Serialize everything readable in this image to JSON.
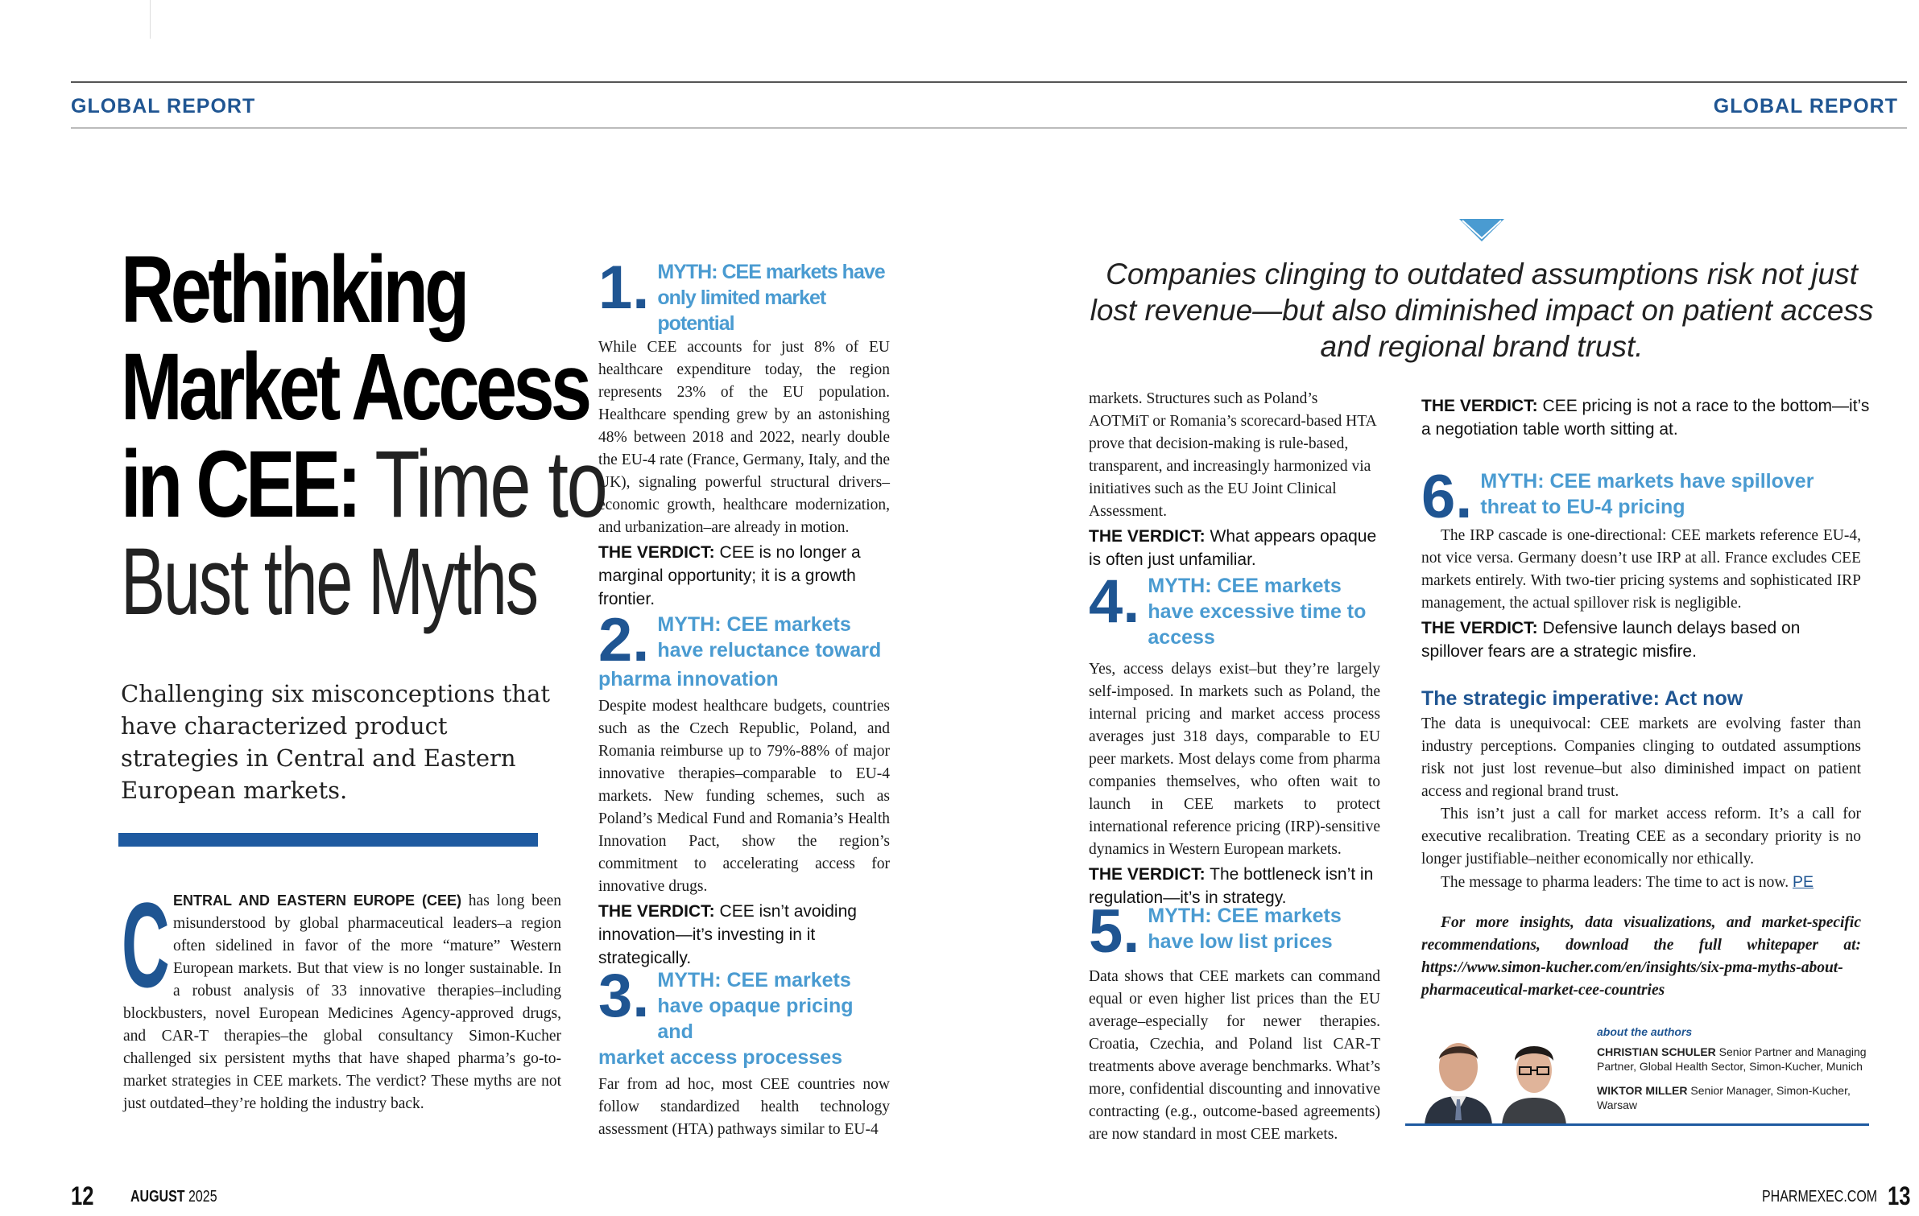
{
  "header": {
    "left_label": "GLOBAL REPORT",
    "right_label": "GLOBAL REPORT"
  },
  "title": {
    "line1": "Rethinking",
    "line2": "Market Access",
    "line3_bold": "in CEE:",
    "line3_light": "Time to",
    "line4": "Bust the Myths"
  },
  "subtitle": "Challenging six misconceptions that have characterized product strategies in Central and Eastern European markets.",
  "intro": {
    "dropcap": "C",
    "lead": "ENTRAL AND EASTERN EUROPE (CEE)",
    "text": " has long been misunderstood by global pharmaceutical leaders–a region often sidelined in favor of the more “mature” Western European markets. But that view is no longer sustainable. In a robust analysis of 33 innovative therapies–including blockbusters, novel European Medicines Agency-approved drugs, and CAR-T therapies–the global consultancy Simon-Kucher challenged six persistent myths that have shaped pharma’s go-to-market strategies in CEE markets. The verdict? These myths are not just outdated–they’re holding the industry back."
  },
  "pull_quote": "Companies clinging to outdated assumptions risk not just lost revenue—but also diminished impact on patient access and regional brand trust.",
  "myths": {
    "m1": {
      "num": "1.",
      "title": "MYTH: CEE markets have only limited market potential",
      "body": "While CEE accounts for just 8% of EU healthcare expenditure today, the region represents 23% of the EU population. Healthcare spending grew by an astonishing 48% between 2018 and 2022, nearly double the EU-4 rate (France, Germany, Italy, and the UK), signaling powerful structural drivers–economic growth, healthcare modernization, and urbanization–are already in motion.",
      "verdict_label": "THE VERDICT:",
      "verdict_text": " CEE is no longer a marginal opportunity; it is a growth frontier."
    },
    "m2": {
      "num": "2.",
      "title_line1": "MYTH: CEE markets",
      "title_line2": "have reluctance toward",
      "title_line3": "pharma innovation",
      "body": "Despite modest healthcare budgets, countries such as the Czech Republic, Poland, and Romania reimburse up to 79%-88% of major innovative therapies–comparable to EU-4 markets. New funding schemes, such as Poland’s Medical Fund and Romania’s Health Innovation Pact, show the region’s commitment to accelerating access for innovative drugs.",
      "verdict_label": "THE VERDICT:",
      "verdict_text": " CEE isn’t avoiding innovation—it’s investing in it strategically."
    },
    "m3": {
      "num": "3.",
      "title_line1": "MYTH: CEE markets",
      "title_line2": "have opaque pricing and",
      "title_line3": "market access processes",
      "body": "Far from ad hoc, most CEE countries now follow standardized health technology assessment (HTA) pathways similar to EU-4",
      "body_cont": "markets. Structures such as Poland’s AOTMiT or Romania’s scorecard-based HTA prove that decision-making is rule-based, transparent, and increasingly harmonized via initiatives such as the EU Joint Clinical Assessment.",
      "verdict_label": "THE VERDICT:",
      "verdict_text": " What appears opaque is often just unfamiliar."
    },
    "m4": {
      "num": "4.",
      "title": "MYTH: CEE markets have excessive time to access",
      "body": "Yes, access delays exist–but they’re largely self-imposed. In markets such as Poland, the internal pricing and market access process averages just 318 days, comparable to EU peer markets. Most delays come from pharma companies themselves, who often wait to launch in CEE markets to protect international reference pricing (IRP)-sensitive dynamics in Western European markets.",
      "verdict_label": "THE VERDICT:",
      "verdict_text": " The bottleneck isn’t in regulation—it’s in strategy."
    },
    "m5": {
      "num": "5.",
      "title_line1": "MYTH: CEE markets",
      "title_line2": "have low list prices",
      "body": "Data shows that CEE markets can command equal or even higher list prices than the EU average–especially for newer therapies. Croatia, Czechia, and Poland list CAR-T treatments above average benchmarks. What’s more, confidential discounting and innovative contracting (e.g., outcome-based agreements) are now standard in most CEE markets.",
      "verdict_label": "THE VERDICT:",
      "verdict_text": " CEE pricing is not a race to the bottom—it’s a negotiation table worth sitting at."
    },
    "m6": {
      "num": "6.",
      "title_line1": "MYTH: CEE markets have spillover",
      "title_line2": "threat to EU-4 pricing",
      "body": "The IRP cascade is one-directional: CEE markets reference EU-4, not vice versa. Germany doesn’t use IRP at all. France excludes CEE markets entirely. With two-tier pricing systems and sophisticated IRP management, the actual spillover risk is negligible.",
      "verdict_label": "THE VERDICT:",
      "verdict_text": " Defensive launch delays based on spillover fears are a strategic misfire."
    }
  },
  "imperative": {
    "heading": "The strategic imperative: Act now",
    "p1": "The data is unequivocal: CEE markets are evolving faster than industry perceptions. Companies clinging to outdated assumptions risk not just lost revenue–but also diminished impact on patient access and regional brand trust.",
    "p2": "This isn’t just a call for market access reform. It’s a call for executive recalibration. Treating CEE as a secondary priority is no longer justifiable–neither economically nor ethically.",
    "p3": "The message to pharma leaders: The time to act is now.",
    "end_mark": "PE",
    "more": "For more insights, data visualizations, and market-specific recommendations, download the full whitepaper at: https://www.simon-kucher.com/en/insights/six-pma-myths-about-pharmaceutical-market-cee-countries"
  },
  "authors": {
    "label": "about the authors",
    "a1_name": "CHRISTIAN SCHULER",
    "a1_role": " Senior Partner and Managing Partner, Global Health Sector, Simon-Kucher, Munich",
    "a2_name": "WIKTOR MILLER",
    "a2_role": " Senior Manager, Simon-Kucher, Warsaw"
  },
  "footer": {
    "page_left": "12",
    "month": "AUGUST",
    "year": " 2025",
    "site": "PHARMEXEC.COM",
    "page_right": "13"
  },
  "colors": {
    "navy": "#1f5592",
    "light_blue": "#4a9bd1",
    "bar_blue": "#1e5aa0"
  }
}
